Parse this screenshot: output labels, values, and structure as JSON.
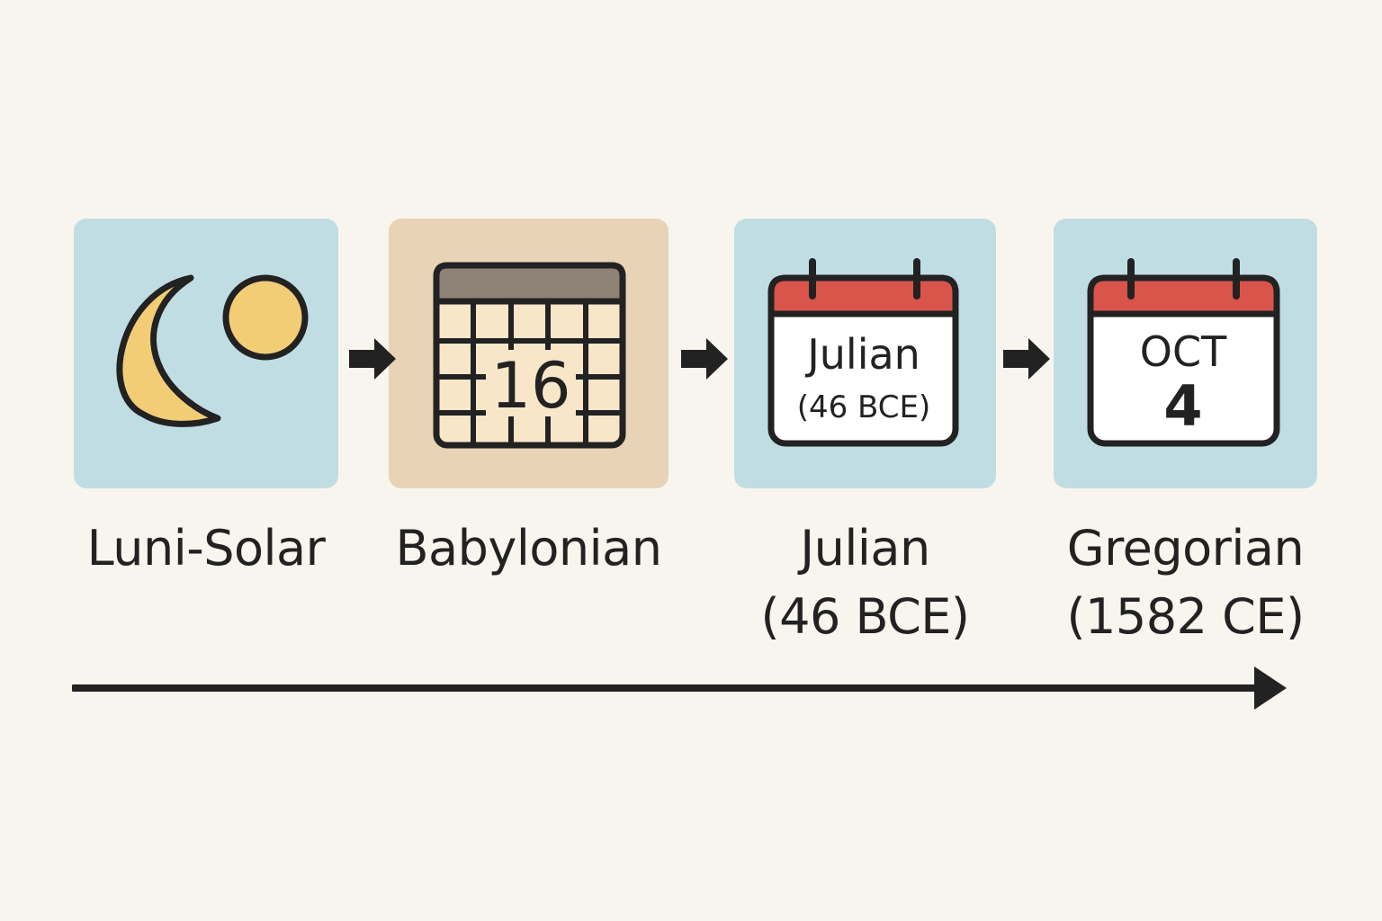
{
  "stages": [
    {
      "label_lines": [
        "Luni-Solar"
      ],
      "icons": [
        "crescent-moon-icon",
        "sun-icon"
      ],
      "tile_color": "#c1dde4"
    },
    {
      "label_lines": [
        "Babylonian"
      ],
      "icon": "grid-calendar-icon",
      "calendar_number": "16",
      "tile_color": "#e8d3b6"
    },
    {
      "label_lines": [
        "Julian",
        "(46 BCE)"
      ],
      "icon": "calendar-icon",
      "calendar_lines": [
        "Julian",
        "(46 BCE)"
      ],
      "tile_color": "#c1dde4"
    },
    {
      "label_lines": [
        "Gregorian",
        "(1582 CE)"
      ],
      "icon": "calendar-icon",
      "calendar_lines": [
        "OCT",
        "4"
      ],
      "tile_color": "#c1dde4"
    }
  ],
  "connectors": [
    "arrow-right-icon",
    "arrow-right-icon",
    "arrow-right-icon"
  ],
  "timeline": "arrow-right-icon",
  "colors": {
    "background": "#f8f5ef",
    "moon_sun_fill": "#f3cd76",
    "calendar_header_red": "#d9544a",
    "babylonian_header": "#8e8176",
    "babylonian_grid_fill": "#f8e6c9",
    "ink": "#222222"
  }
}
